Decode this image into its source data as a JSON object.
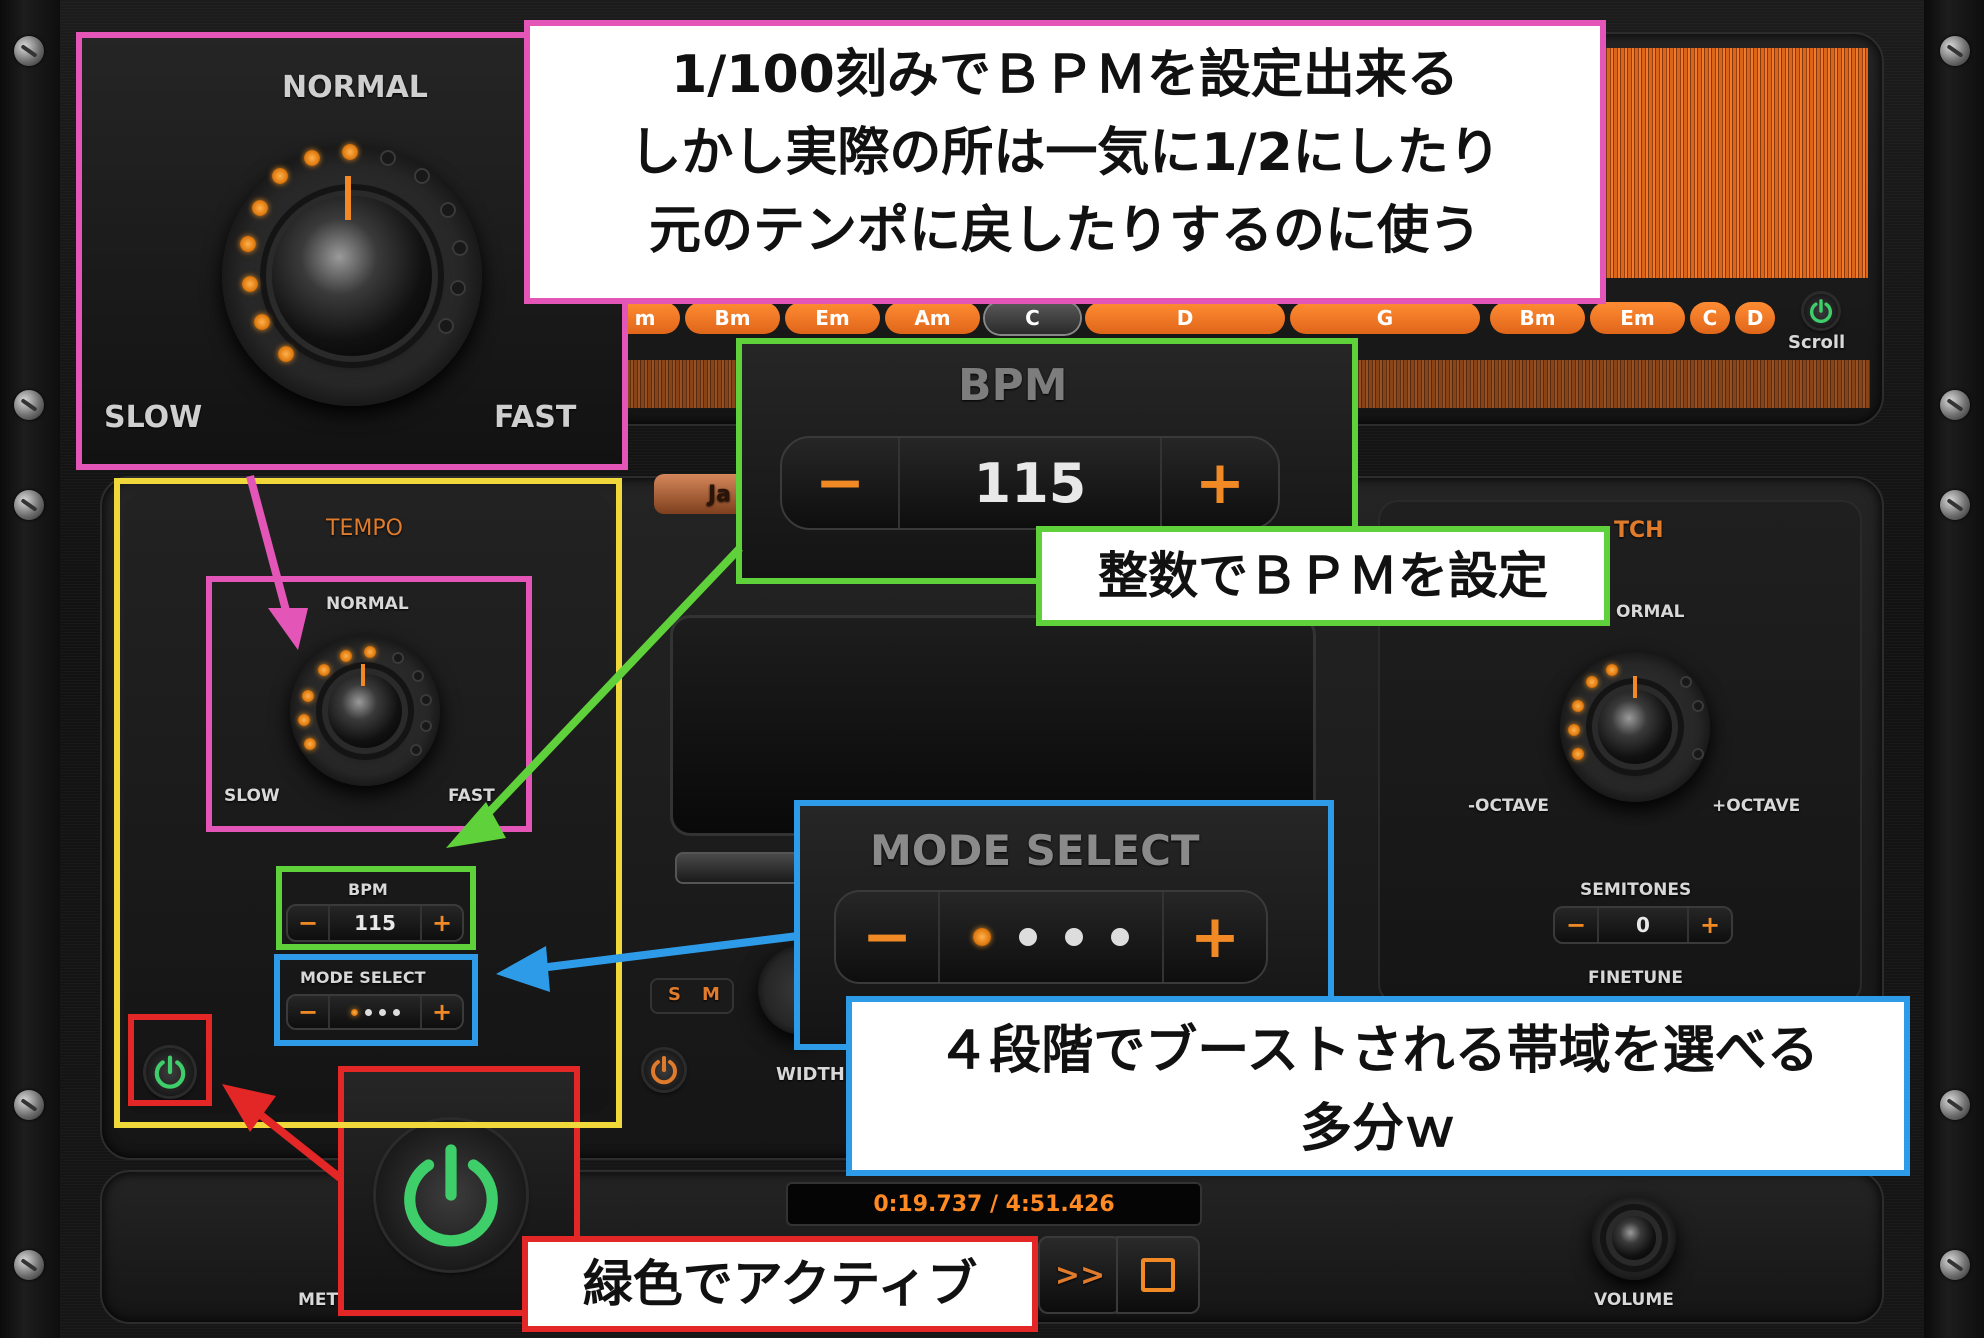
{
  "tempo": {
    "section_label": "TEMPO",
    "knob": {
      "top_label": "NORMAL",
      "left_label": "SLOW",
      "right_label": "FAST"
    },
    "bpm": {
      "label": "BPM",
      "value": "115",
      "minus": "−",
      "plus": "+"
    },
    "mode_select": {
      "label": "MODE SELECT",
      "minus": "−",
      "plus": "+",
      "positions": 4,
      "active_position": 1
    }
  },
  "pitch": {
    "section_label_partial": "TCH",
    "knob": {
      "top_label_partial": "ORMAL",
      "left_label": "-OCTAVE",
      "right_label": "+OCTAVE"
    },
    "semitones": {
      "label": "SEMITONES",
      "value": "0",
      "minus": "−",
      "plus": "+"
    },
    "finetune_label": "FINETUNE"
  },
  "filter": {
    "tab_partial": "Ja",
    "solo_label": "S",
    "mute_label": "M",
    "width_label": "WIDTH"
  },
  "transport": {
    "time": "0:19.737 / 4:51.426",
    "ffwd_label": ">>",
    "volume_label": "VOLUME",
    "metro_partial": "MET"
  },
  "chords": [
    "m",
    "Bm",
    "Em",
    "Am",
    "C",
    "D",
    "G",
    "Bm",
    "Em",
    "C",
    "D"
  ],
  "scroll_label": "Scroll",
  "zoom": {
    "tempo_knob": {
      "top": "NORMAL",
      "left": "SLOW",
      "right": "FAST"
    },
    "bpm": {
      "label": "BPM",
      "value": "115",
      "minus": "−",
      "plus": "+"
    },
    "mode_select": {
      "label": "MODE SELECT",
      "minus": "−",
      "plus": "+"
    }
  },
  "annotations": {
    "pink": [
      "1/100刻みでＢＰＭを設定出来る",
      "しかし実際の所は一気に1/2にしたり",
      "元のテンポに戻したりするのに使う"
    ],
    "green": "整数でＢＰＭを設定",
    "blue": [
      "４段階でブーストされる帯域を選べる",
      "多分ｗ"
    ],
    "red": "緑色でアクティブ"
  },
  "colors": {
    "accent": "#f18a24",
    "pink": "#e356b8",
    "green": "#5fd13a",
    "yellow": "#f0d83a",
    "blue": "#2d9be8",
    "red": "#e32626",
    "power_active": "#3fcf6a"
  }
}
